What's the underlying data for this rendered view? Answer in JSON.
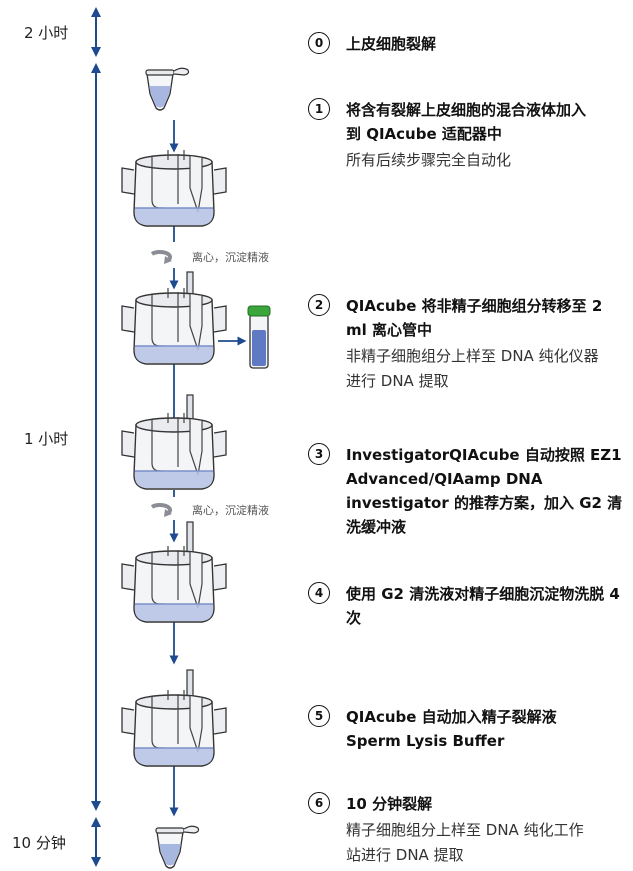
{
  "timeline": {
    "label_top": "2 小时",
    "label_mid": "1 小时",
    "label_bottom": "10 分钟"
  },
  "annotations": {
    "centrifuge_1": "离心，沉淀精液",
    "centrifuge_2": "离心，沉淀精液"
  },
  "steps": [
    {
      "num": "0",
      "title": "上皮细胞裂解",
      "desc": ""
    },
    {
      "num": "1",
      "title": "将含有裂解上皮细胞的混合液体加入到 QIAcube 适配器中",
      "desc": "所有后续步骤完全自动化"
    },
    {
      "num": "2",
      "title": "QIAcube 将非精子细胞组分转移至 2 ml 离心管中",
      "desc": "非精子细胞组分上样至 DNA 纯化仪器进行 DNA 提取"
    },
    {
      "num": "3",
      "title": "InvestigatorQIAcube 自动按照 EZ1 Advanced/QIAamp DNA investigator 的推荐方案，加入 G2 清洗缓冲液",
      "desc": ""
    },
    {
      "num": "4",
      "title": "使用 G2 清洗液对精子细胞沉淀物洗脱 4 次",
      "desc": ""
    },
    {
      "num": "5",
      "title": "QIAcube 自动加入精子裂解液 Sperm Lysis Buffer",
      "desc": ""
    },
    {
      "num": "6",
      "title": "10 分钟裂解",
      "desc": "精子细胞组分上样至 DNA 纯化工作站进行 DNA 提取"
    }
  ],
  "colors": {
    "arrow": "#1e4b8f",
    "cap_green": "#3aa53a",
    "liquid": "#7b8fc9"
  }
}
